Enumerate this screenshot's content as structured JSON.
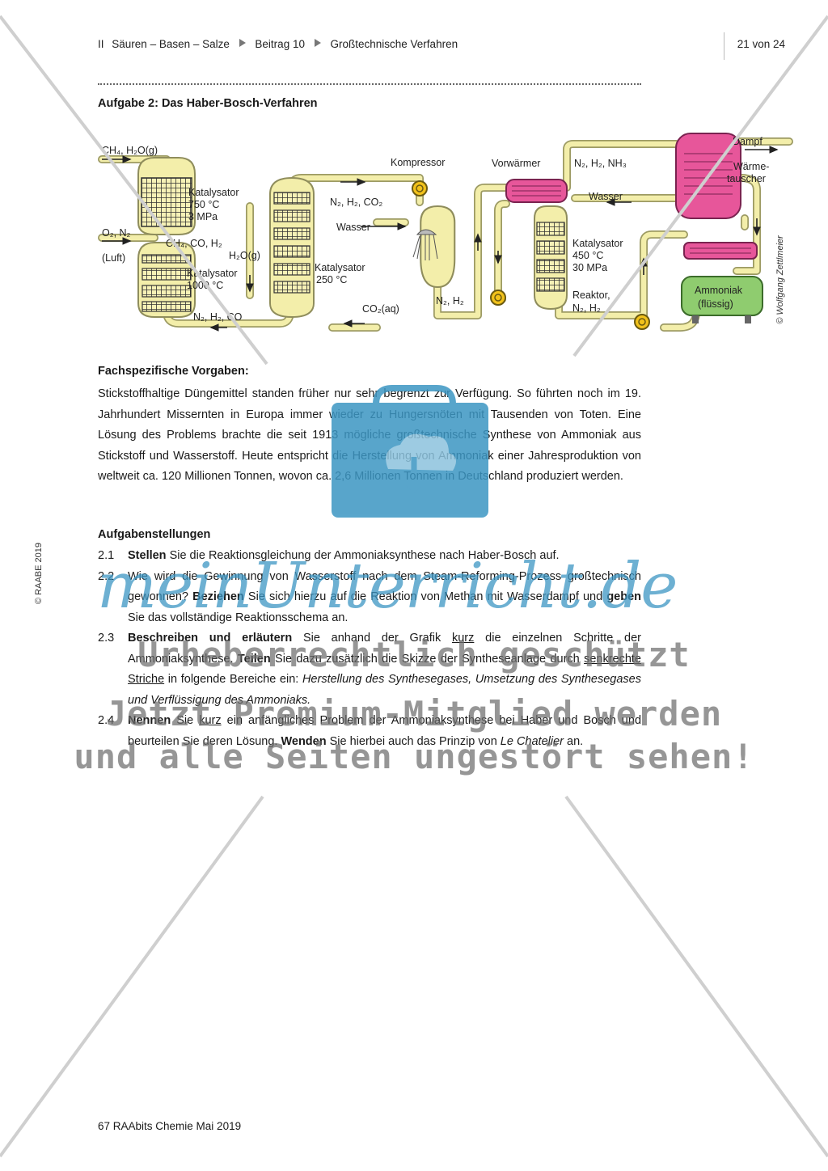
{
  "header": {
    "crumbs": [
      "II",
      "Säuren – Basen – Salze",
      "Beitrag 10",
      "Großtechnische Verfahren"
    ],
    "page": "21 von 24"
  },
  "task_title": "Aufgabe 2: Das Haber-Bosch-Verfahren",
  "diagram": {
    "feed_top": "CH₄, H₂O(g)",
    "cat1_label": "Katalysator",
    "cat1_temp": "750 °C",
    "cat1_press": "3 MPa",
    "air": "O₂, N₂",
    "air2": "(Luft)",
    "mid_gas": "CH₄, CO, H₂",
    "water_vapor": "H₂O(g)",
    "cat2_label": "Katalysator",
    "cat2_temp": "1000 °C",
    "bottom_gas": "N₂, H₂, CO",
    "cat3_label": "Katalysator",
    "cat3_temp": "250 °C",
    "gas2": "N₂, H₂, CO₂",
    "compressor": "Kompressor",
    "water": "Wasser",
    "co2": "CO₂(aq)",
    "gas3": "N₂, H₂",
    "preheater": "Vorwärmer",
    "gas4": "N₂, H₂, NH₃",
    "water2": "Wasser",
    "cat4_label": "Katalysator",
    "cat4_temp": "450 °C",
    "cat4_press": "30 MPa",
    "reactor": "Reaktor,",
    "reactor_gas": "N₂, H₂",
    "steam": "Dampf",
    "hx1": "Wärme-",
    "hx2": "tauscher",
    "ammonia1": "Ammoniak",
    "ammonia2": "(flüssig)"
  },
  "credit": "© Wolfgang Zettlmeier",
  "side_copyright": "© RAABE 2019",
  "fach_title": "Fachspezifische Vorgaben:",
  "fach_text": "Stickstoffhaltige Düngemittel standen früher nur sehr begrenzt zur Verfügung. So führten noch im 19. Jahrhundert Missernten in Europa immer wieder zu Hungersnöten mit Tausenden von Toten. Eine Lösung des Problems brachte die seit 1913 mögliche großtechnische Synthese von Ammoniak aus Stickstoff und Wasserstoff. Heute entspricht die Herstellung von Ammoniak einer Jahresproduktion von weltweit ca. 120 Millionen Tonnen, wovon ca. 2,6 Millionen Tonnen in Deutschland produziert werden.",
  "tasks_title": "Aufgabenstellungen",
  "tasks": [
    {
      "num": "2.1",
      "b1": "Stellen",
      "t1": " Sie die Reaktionsgleichung der Ammoniaksynthese nach Haber-Bosch auf."
    },
    {
      "num": "2.2",
      "t0": "Wie wird die Gewinnung von Wasserstoff nach dem Steam-Reforming-Prozess großtechnisch gewonnen? ",
      "b1": "Beziehen",
      "t1": " Sie sich hierzu auf die Reaktion von Methan mit Wasserdampf und ",
      "b2": "geben",
      "t2": " Sie das vollständige Reaktionsschema an."
    },
    {
      "num": "2.3",
      "b1": "Beschreiben und erläutern",
      "t1": " Sie anhand der Grafik ",
      "u1": "kurz",
      "t2": " die einzelnen Schritte der Ammoniaksynthese. ",
      "b2": "Teilen",
      "t3": " Sie dazu zusätzlich die Skizze der Syntheseanlage durch ",
      "u2": "senkrechte Striche",
      "t4": " in folgende Bereiche ein: ",
      "i1": "Herstellung des Synthesegases, Umsetzung des Synthesegases und Verflüssigung des Ammoniaks."
    },
    {
      "num": "2.4",
      "b1": "Nennen",
      "t1": " Sie ",
      "u1": "kurz",
      "t2": " ein anfängliches Problem der Ammoniaksynthese bei Haber und Bosch und beurteilen Sie deren Lösung. ",
      "b2": "Wenden",
      "t3": " Sie hierbei auch das Prinzip von ",
      "i1": "Le Chatelier",
      "t4": " an."
    }
  ],
  "footer": "67 RAAbits Chemie Mai 2019",
  "watermark": {
    "brand": "meinUnterricht.de",
    "line1": "Urheberrechtlich geschützt",
    "line2": "Jetzt Premium-Mitglied werden",
    "line3": "und alle Seiten ungestört sehen!"
  },
  "colors": {
    "pipe": "#f3eeaa",
    "pipe_edge": "#9c9a63",
    "pink": "#e7569a",
    "green": "#8fcc6f",
    "accent": "#3c96c3"
  }
}
